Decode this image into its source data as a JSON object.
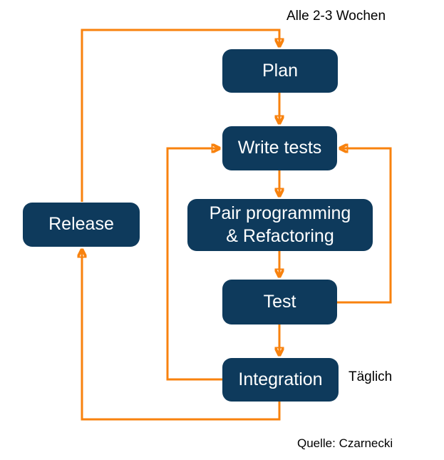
{
  "colors": {
    "node_fill": "#0e3a5c",
    "arrow": "#f8820e",
    "text_on_node": "#ffffff",
    "label_text": "#000000",
    "background": "#ffffff"
  },
  "labels": {
    "cycle_note": "Alle 2-3 Wochen",
    "daily_note": "Täglich",
    "source": "Quelle: Czarnecki"
  },
  "nodes": {
    "plan": {
      "label": "Plan"
    },
    "write_tests": {
      "label": "Write tests"
    },
    "pair_programming": {
      "label_line1": "Pair programming",
      "label_line2": "& Refactoring"
    },
    "test": {
      "label": "Test"
    },
    "integration": {
      "label": "Integration"
    },
    "release": {
      "label": "Release"
    }
  },
  "edges": [
    {
      "from": "release",
      "to": "plan",
      "note": "Alle 2-3 Wochen"
    },
    {
      "from": "plan",
      "to": "write_tests",
      "note": ""
    },
    {
      "from": "write_tests",
      "to": "pair_programming",
      "note": ""
    },
    {
      "from": "pair_programming",
      "to": "test",
      "note": ""
    },
    {
      "from": "test",
      "to": "integration",
      "note": ""
    },
    {
      "from": "integration",
      "to": "release",
      "note": ""
    },
    {
      "from": "integration",
      "to": "write_tests",
      "note": "Täglich"
    },
    {
      "from": "test",
      "to": "write_tests",
      "note": ""
    }
  ]
}
